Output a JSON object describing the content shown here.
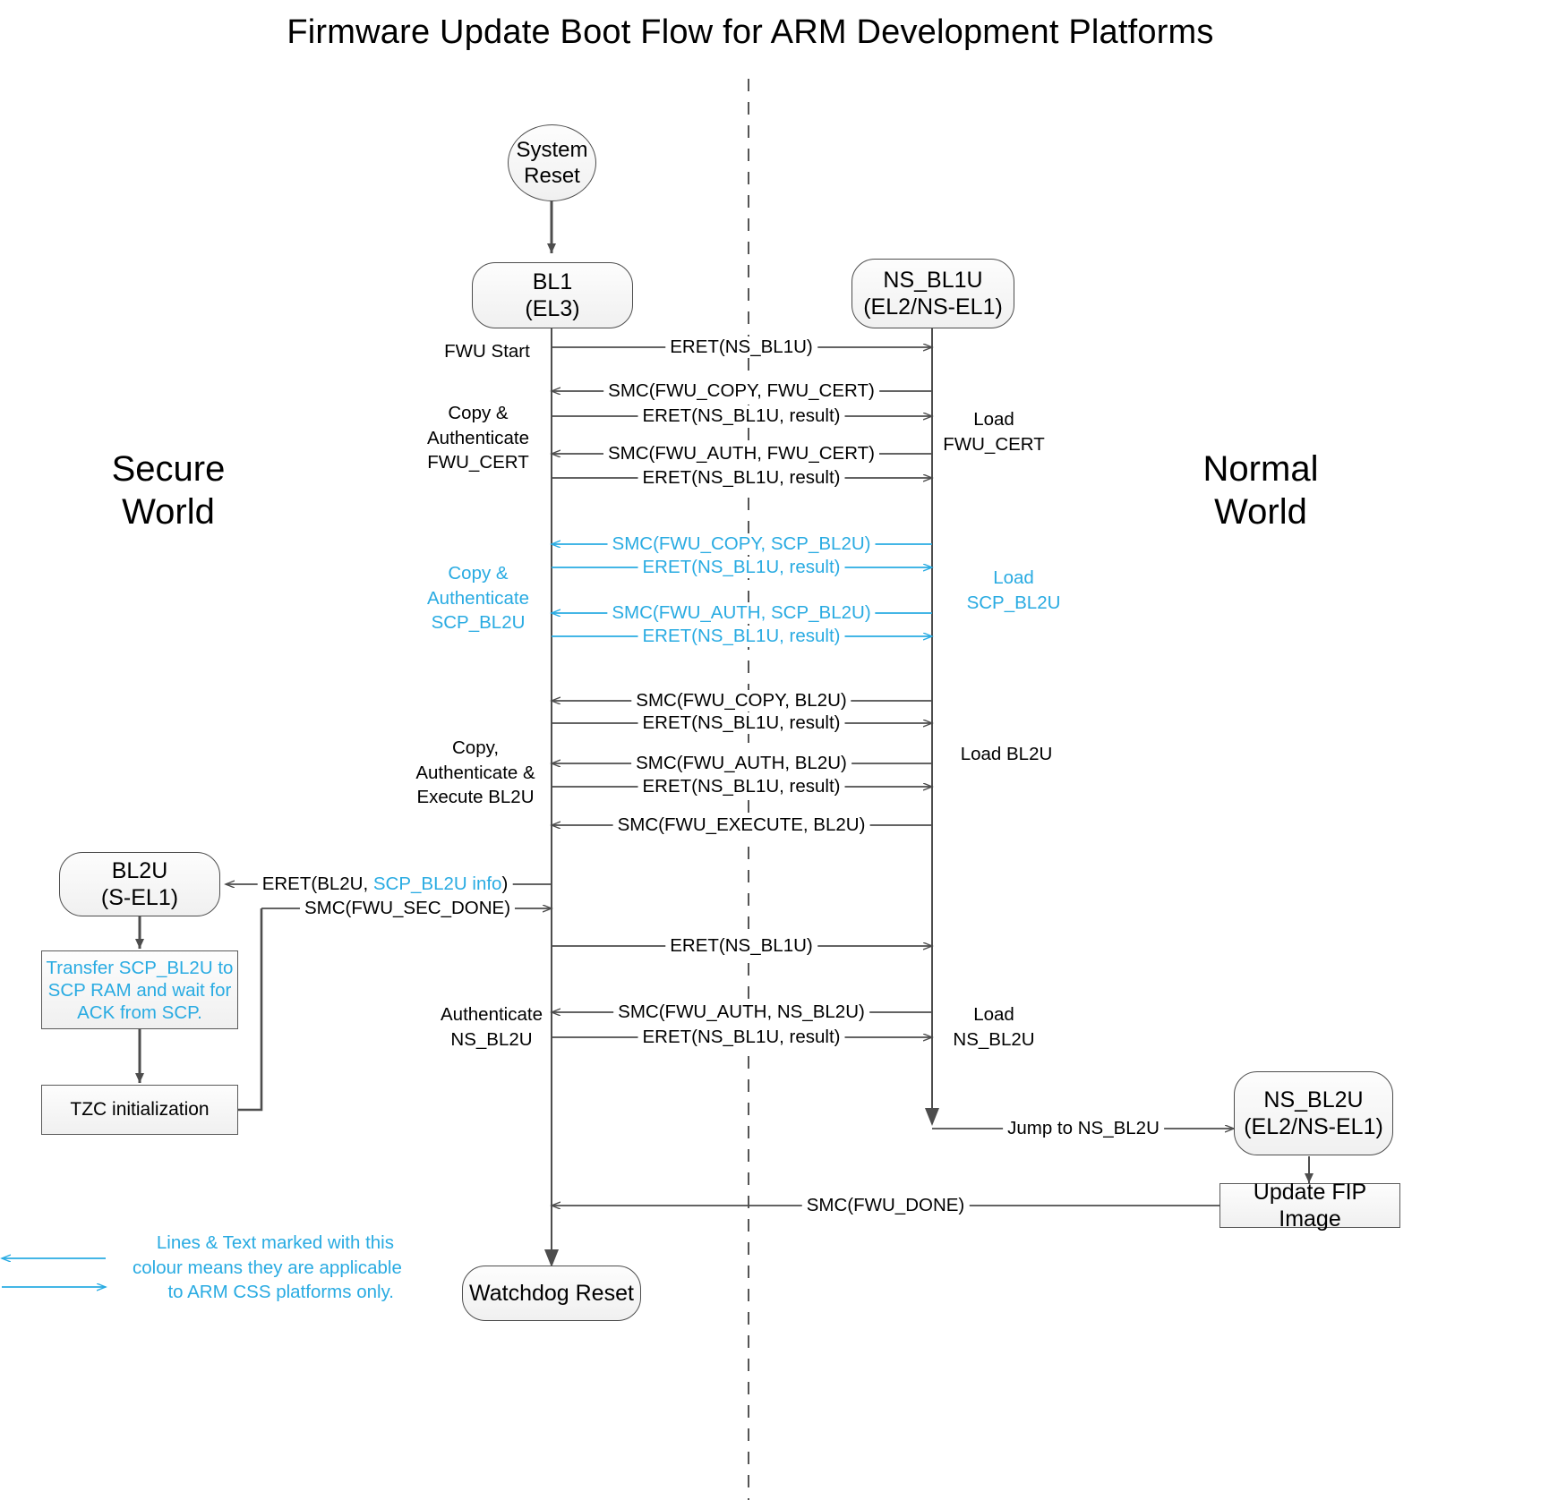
{
  "title": "Firmware Update Boot Flow for ARM Development Platforms",
  "worlds": {
    "secure": "Secure\nWorld",
    "normal": "Normal\nWorld"
  },
  "nodes": {
    "system_reset": "System\nReset",
    "bl1": "BL1\n(EL3)",
    "ns_bl1u": "NS_BL1U\n(EL2/NS-EL1)",
    "bl2u": "BL2U\n(S-EL1)",
    "transfer_scp": "Transfer SCP_BL2U to\nSCP RAM and wait for\nACK from SCP.",
    "tzc_init": "TZC initialization",
    "ns_bl2u": "NS_BL2U\n(EL2/NS-EL1)",
    "update_fip": "Update FIP Image",
    "watchdog_reset": "Watchdog Reset"
  },
  "messages": [
    {
      "id": "m1",
      "text": "ERET(NS_BL1U)",
      "cyan": false
    },
    {
      "id": "m2",
      "text": "SMC(FWU_COPY, FWU_CERT)",
      "cyan": false
    },
    {
      "id": "m3",
      "text": "ERET(NS_BL1U, result)",
      "cyan": false
    },
    {
      "id": "m4",
      "text": "SMC(FWU_AUTH, FWU_CERT)",
      "cyan": false
    },
    {
      "id": "m5",
      "text": "ERET(NS_BL1U, result)",
      "cyan": false
    },
    {
      "id": "m6",
      "text": "SMC(FWU_COPY, SCP_BL2U)",
      "cyan": true
    },
    {
      "id": "m7",
      "text": "ERET(NS_BL1U, result)",
      "cyan": true
    },
    {
      "id": "m8",
      "text": "SMC(FWU_AUTH, SCP_BL2U)",
      "cyan": true
    },
    {
      "id": "m9",
      "text": "ERET(NS_BL1U, result)",
      "cyan": true
    },
    {
      "id": "m10",
      "text": "SMC(FWU_COPY, BL2U)",
      "cyan": false
    },
    {
      "id": "m11",
      "text": "ERET(NS_BL1U, result)",
      "cyan": false
    },
    {
      "id": "m12",
      "text": "SMC(FWU_AUTH, BL2U)",
      "cyan": false
    },
    {
      "id": "m13",
      "text": "ERET(NS_BL1U, result)",
      "cyan": false
    },
    {
      "id": "m14",
      "text": "SMC(FWU_EXECUTE, BL2U)",
      "cyan": false
    },
    {
      "id": "m15",
      "text": "SMC(FWU_SEC_DONE)",
      "cyan": false
    },
    {
      "id": "m16",
      "text": "ERET(NS_BL1U)",
      "cyan": false
    },
    {
      "id": "m17",
      "text": "SMC(FWU_AUTH, NS_BL2U)",
      "cyan": false
    },
    {
      "id": "m18",
      "text": "ERET(NS_BL1U, result)",
      "cyan": false
    },
    {
      "id": "m19",
      "text": "Jump to NS_BL2U",
      "cyan": false
    },
    {
      "id": "m20",
      "text": "SMC(FWU_DONE)",
      "cyan": false
    }
  ],
  "eret_bl2u": {
    "prefix": "ERET(BL2U, ",
    "cyan_part": "SCP_BL2U info",
    "suffix": ")"
  },
  "left_labels": {
    "fwu_start": "FWU Start",
    "copy_auth_cert": "Copy &\nAuthenticate\nFWU_CERT",
    "copy_auth_scp": "Copy &\nAuthenticate\nSCP_BL2U",
    "copy_auth_exec_bl2u": "Copy,\nAuthenticate &\nExecute BL2U",
    "auth_ns_bl2u": "Authenticate\nNS_BL2U"
  },
  "right_labels": {
    "load_fwu_cert": "Load\nFWU_CERT",
    "load_scp_bl2u": "Load\nSCP_BL2U",
    "load_bl2u": "Load BL2U",
    "load_ns_bl2u": "Load\nNS_BL2U"
  },
  "legend": {
    "text": "Lines & Text marked with this\ncolour means they are applicable\nto ARM CSS platforms only."
  },
  "colors": {
    "cyan": "#29ABE2",
    "line": "#4d4d4d",
    "text": "#000000"
  }
}
